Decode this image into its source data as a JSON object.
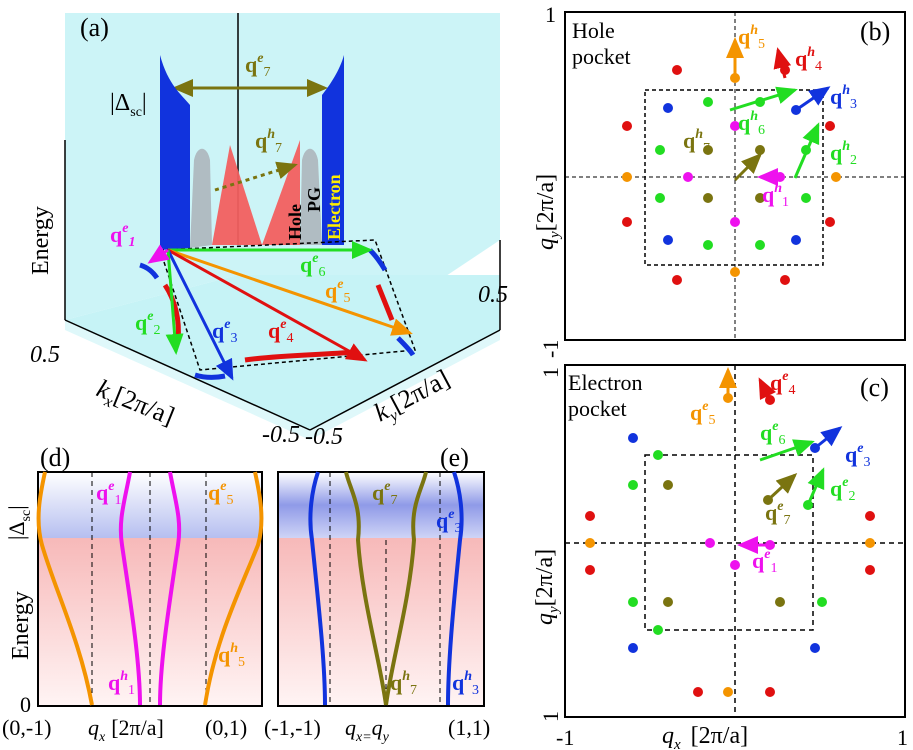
{
  "panels": {
    "a": {
      "label": "(a)",
      "energy_label": "Energy",
      "delta_label": "|Δ",
      "delta_sub": "sc",
      "kx_label": "k",
      "kx_sub": "x",
      "kx_unit": "[2π/a]",
      "ky_label": "k",
      "ky_sub": "y",
      "ky_unit": "[2π/a]",
      "tick_kx_05": "0.5",
      "tick_kx_m05": "-0.5",
      "tick_ky_m05": "-0.5",
      "tick_ky_05": "0.5",
      "hole_text": "Hole",
      "pg_text": "PG",
      "electron_text": "Electron",
      "q_labels": [
        {
          "q": "q",
          "sup": "e",
          "sub": "7"
        },
        {
          "q": "q",
          "sup": "h",
          "sub": "7"
        },
        {
          "q": "q",
          "sup": "e",
          "sub": "1"
        },
        {
          "q": "q",
          "sup": "e",
          "sub": "6"
        },
        {
          "q": "q",
          "sup": "e",
          "sub": "5"
        },
        {
          "q": "q",
          "sup": "e",
          "sub": "2"
        },
        {
          "q": "q",
          "sup": "e",
          "sub": "3"
        },
        {
          "q": "q",
          "sup": "e",
          "sub": "4"
        }
      ]
    },
    "b": {
      "label": "(b)",
      "title_line1": "Hole",
      "title_line2": "pocket",
      "ylabel_q": "q",
      "ylabel_sub": "y",
      "ylabel_unit": "[2π/a]",
      "tick_top": "1",
      "tick_bottom": "-1",
      "q_labels": [
        {
          "q": "q",
          "sup": "h",
          "sub": "5"
        },
        {
          "q": "q",
          "sup": "h",
          "sub": "4"
        },
        {
          "q": "q",
          "sup": "h",
          "sub": "3"
        },
        {
          "q": "q",
          "sup": "h",
          "sub": "6"
        },
        {
          "q": "q",
          "sup": "h",
          "sub": "7"
        },
        {
          "q": "q",
          "sup": "h",
          "sub": "2"
        },
        {
          "q": "q",
          "sup": "h",
          "sub": "1"
        }
      ]
    },
    "c": {
      "label": "(c)",
      "title_line1": "Electron",
      "title_line2": "pocket",
      "ylabel_q": "q",
      "ylabel_sub": "y",
      "ylabel_unit": "[2π/a]",
      "xlabel_q": "q",
      "xlabel_sub": "x",
      "xlabel_unit": "[2π/a]",
      "tick_top": "1",
      "tick_bottom": "1",
      "tick_left": "-1",
      "tick_right": "1",
      "q_labels": [
        {
          "q": "q",
          "sup": "e",
          "sub": "4"
        },
        {
          "q": "q",
          "sup": "e",
          "sub": "5"
        },
        {
          "q": "q",
          "sup": "e",
          "sub": "6"
        },
        {
          "q": "q",
          "sup": "e",
          "sub": "3"
        },
        {
          "q": "q",
          "sup": "e",
          "sub": "2"
        },
        {
          "q": "q",
          "sup": "e",
          "sub": "7"
        },
        {
          "q": "q",
          "sup": "e",
          "sub": "1"
        }
      ]
    },
    "d": {
      "label": "(d)",
      "delta_label": "|Δ",
      "delta_sub": "sc",
      "energy_label": "Energy",
      "zero": "0",
      "x_left": "(0,-1)",
      "x_mid_q": "q",
      "x_mid_sub": "x",
      "x_mid_unit": "[2π/a]",
      "x_right": "(0,1)",
      "q_labels": [
        {
          "q": "q",
          "sup": "e",
          "sub": "1"
        },
        {
          "q": "q",
          "sup": "e",
          "sub": "5"
        },
        {
          "q": "q",
          "sup": "h",
          "sub": "1"
        },
        {
          "q": "q",
          "sup": "h",
          "sub": "5"
        }
      ]
    },
    "e": {
      "label": "(e)",
      "x_left": "(-1,-1)",
      "x_mid": "q",
      "x_mid_sub": "x=",
      "x_mid2": "q",
      "x_mid2_sub": "y",
      "x_right": "(1,1)",
      "q_labels": [
        {
          "q": "q",
          "sup": "e",
          "sub": "7"
        },
        {
          "q": "q",
          "sup": "e",
          "sub": "3"
        },
        {
          "q": "q",
          "sup": "h",
          "sub": "7"
        },
        {
          "q": "q",
          "sup": "h",
          "sub": "3"
        }
      ]
    }
  },
  "colors": {
    "q1": "#ee11ee",
    "q2": "#22dd22",
    "q3": "#1133dd",
    "q4": "#e01010",
    "q5": "#f49400",
    "q6": "#22dd22",
    "q7": "#7a7410",
    "cyan_bg": "#c6f3f6",
    "pink_bg": "#f9c9c9",
    "blue_bg": "#9aa4ea"
  }
}
